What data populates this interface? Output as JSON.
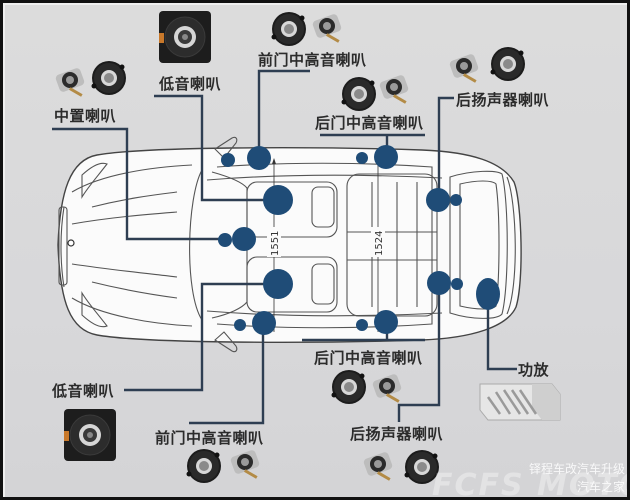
{
  "title": "汽车音响喇叭布局图",
  "labels": {
    "center_speaker": "中置喇叭",
    "subwoofer_top": "低音喇叭",
    "front_door_top": "前门中高音喇叭",
    "rear_door_top": "后门中高音喇叭",
    "rear_speaker_top": "后扬声器喇叭",
    "subwoofer_bottom": "低音喇叭",
    "front_door_bottom": "前门中高音喇叭",
    "rear_door_bottom": "后门中高音喇叭",
    "rear_speaker_bottom": "后扬声器喇叭",
    "amplifier": "功放"
  },
  "dimensions": {
    "front_track": "1551",
    "rear_track": "1524"
  },
  "watermark": {
    "line1": "铎程车改汽车升级",
    "line2": "汽车之家",
    "brand": "FCFS MOTORS"
  },
  "colors": {
    "speaker_marker": "#1f4c77",
    "leader_line": "#2e3e52",
    "background": "#dadadc"
  }
}
